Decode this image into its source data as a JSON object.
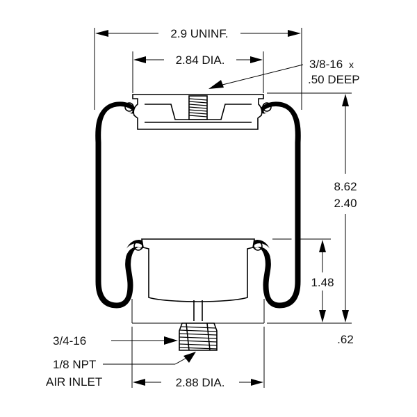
{
  "labels": {
    "width_uninflated": "2.9 UNINF.",
    "top_plate_dia": "2.84 DIA.",
    "top_thread": "3/8-16",
    "top_thread_x": "x",
    "top_thread_depth": ".50 DEEP",
    "height_max": "8.62",
    "height_min": "2.40",
    "piston_height": "1.48",
    "bottom_offset": ".62",
    "bottom_thread": "3/4-16",
    "air_inlet_line1": "1/8 NPT",
    "air_inlet_line2": "AIR INLET",
    "bottom_dia": "2.88 DIA."
  }
}
